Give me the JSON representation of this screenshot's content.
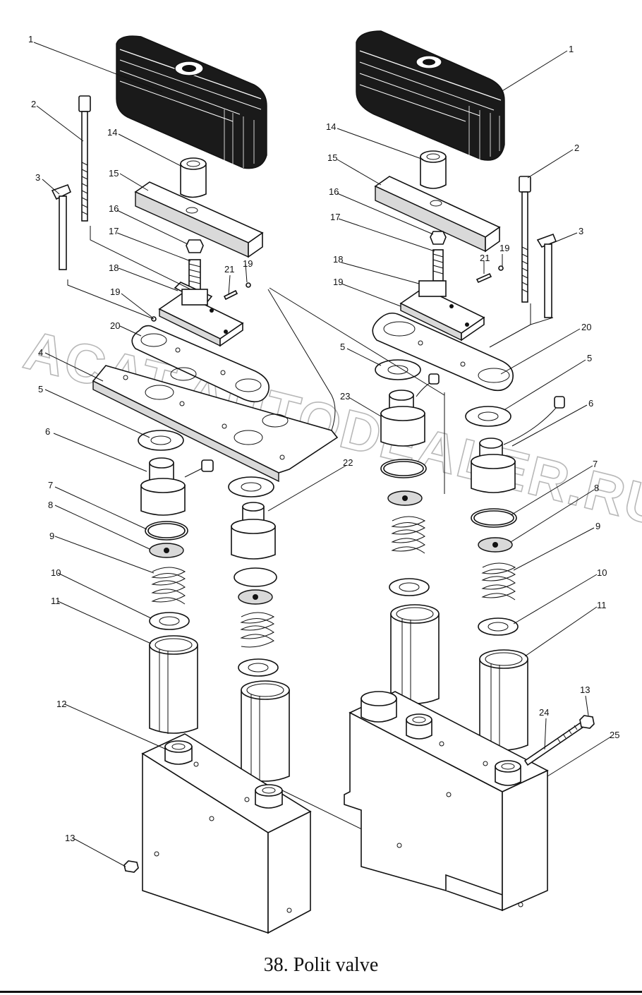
{
  "caption": "38. Polit  valve",
  "watermark": "ACAT.AUTODEALER.RU",
  "labels_left": [
    {
      "text": "1"
    },
    {
      "text": "2"
    },
    {
      "text": "3"
    },
    {
      "text": "14"
    },
    {
      "text": "15"
    },
    {
      "text": "16"
    },
    {
      "text": "17"
    },
    {
      "text": "18"
    },
    {
      "text": "21"
    },
    {
      "text": "19"
    },
    {
      "text": "19"
    },
    {
      "text": "20"
    },
    {
      "text": "4"
    },
    {
      "text": "5"
    },
    {
      "text": "6"
    },
    {
      "text": "22"
    },
    {
      "text": "7"
    },
    {
      "text": "8"
    },
    {
      "text": "9"
    },
    {
      "text": "10"
    },
    {
      "text": "11"
    },
    {
      "text": "12"
    },
    {
      "text": "13"
    }
  ],
  "labels_right": [
    {
      "text": "1"
    },
    {
      "text": "14"
    },
    {
      "text": "15"
    },
    {
      "text": "2"
    },
    {
      "text": "16"
    },
    {
      "text": "3"
    },
    {
      "text": "17"
    },
    {
      "text": "19"
    },
    {
      "text": "21"
    },
    {
      "text": "18"
    },
    {
      "text": "19"
    },
    {
      "text": "20"
    },
    {
      "text": "5"
    },
    {
      "text": "5"
    },
    {
      "text": "23"
    },
    {
      "text": "6"
    },
    {
      "text": "7"
    },
    {
      "text": "8"
    },
    {
      "text": "9"
    },
    {
      "text": "10"
    },
    {
      "text": "11"
    },
    {
      "text": "13"
    },
    {
      "text": "24"
    },
    {
      "text": "25"
    }
  ],
  "colors": {
    "ink": "#111111",
    "watermark": "#b8b8b8",
    "paper": "#ffffff"
  }
}
